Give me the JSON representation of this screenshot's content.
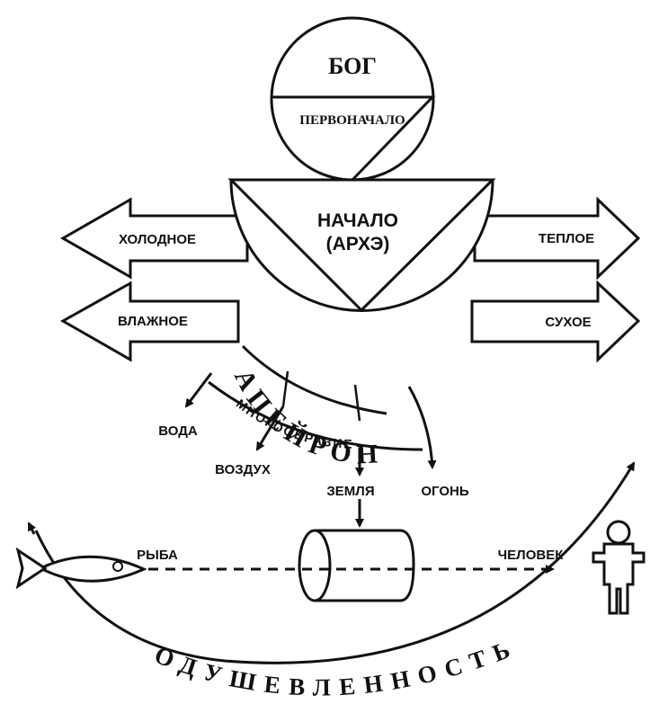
{
  "top": {
    "god": "БОГ",
    "first_principle": "ПЕРВОНАЧАЛО"
  },
  "center": {
    "principle": "НАЧАЛО",
    "arche": "(АРХЭ)",
    "apeiron": "АПЕЙРОН"
  },
  "qualities": {
    "cold": "ХОЛОДНОЕ",
    "warm": "ТЕПЛОЕ",
    "wet": "ВЛАЖНОЕ",
    "dry": "СУХОЕ"
  },
  "diversity": "МНОГООБРАЗИЕ",
  "elements": {
    "water": "ВОДА",
    "air": "ВОЗДУХ",
    "earth": "ЗЕМЛЯ",
    "fire": "ОГОНЬ"
  },
  "beings": {
    "fish": "РЫБА",
    "human": "ЧЕЛОВЕК"
  },
  "animation": "ОДУШЕВЛЕННОСТЬ"
}
